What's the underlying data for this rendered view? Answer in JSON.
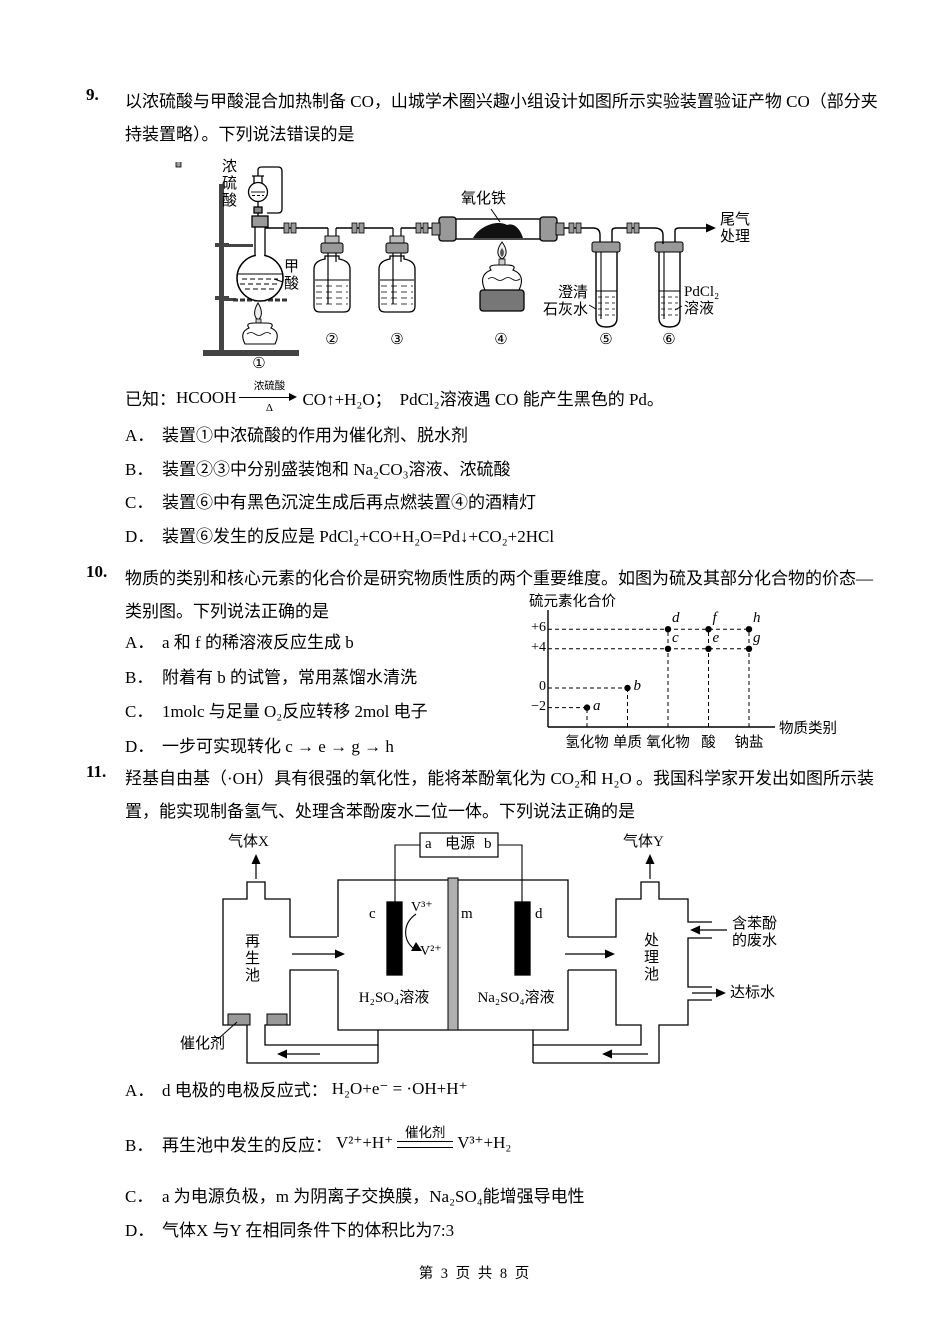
{
  "page": {
    "footer": "第 3 页 共 8 页"
  },
  "q9": {
    "number": "9.",
    "stem_l1": "以浓硫酸与甲酸混合加热制备 CO，山城学术圈兴趣小组设计如图所示实验装置验证产物 CO（部分夹",
    "stem_l2": "持装置略）。下列说法错误的是",
    "diagram": {
      "conc_acid": "浓硫酸",
      "formic_acid": "甲酸",
      "iron_oxide": "氧化铁",
      "limewater_l1": "澄清",
      "limewater_l2": "石灰水",
      "pdcl2_l1": "PdCl₂",
      "pdcl2_l2": "溶液",
      "tail_l1": "尾气",
      "tail_l2": "处理",
      "n1": "①",
      "n2": "②",
      "n3": "③",
      "n4": "④",
      "n5": "⑤",
      "n6": "⑥"
    },
    "known": {
      "prefix": "已知：",
      "reactant": "HCOOH",
      "arrow_top": "浓硫酸",
      "arrow_bottom": "Δ",
      "products": "CO↑+H₂O；",
      "note": "PdCl₂溶液遇 CO 能产生黑色的 Pd。"
    },
    "options": [
      {
        "label": "A．",
        "text": "装置①中浓硫酸的作用为催化剂、脱水剂"
      },
      {
        "label": "B．",
        "text": "装置②③中分别盛装饱和 Na₂CO₃溶液、浓硫酸"
      },
      {
        "label": "C．",
        "text": "装置⑥中有黑色沉淀生成后再点燃装置④的酒精灯"
      },
      {
        "label": "D．",
        "text": "装置⑥发生的反应是 PdCl₂+CO+H₂O=Pd↓+CO₂+2HCl"
      }
    ]
  },
  "q10": {
    "number": "10.",
    "stem_l1": "物质的类别和核心元素的化合价是研究物质性质的两个重要维度。如图为硫及其部分化合物的价态—",
    "stem_l2": "类别图。下列说法正确的是",
    "options": [
      {
        "label": "A．",
        "text": "a 和 f 的稀溶液反应生成 b"
      },
      {
        "label": "B．",
        "text": "附着有 b 的试管，常用蒸馏水清洗"
      },
      {
        "label": "C．",
        "text": "1molc 与足量 O₂反应转移 2mol 电子"
      },
      {
        "label": "D．",
        "text": "一步可实现转化 c → e → g → h"
      }
    ]
  },
  "chart_data": {
    "type": "scatter",
    "title": "硫元素化合价",
    "xlabel": "物质类别",
    "ylabel": "",
    "categories": [
      "氢化物",
      "单质",
      "氧化物",
      "酸",
      "钠盐"
    ],
    "yticks": [
      6,
      4,
      0,
      -2
    ],
    "ytick_labels": [
      "+6",
      "+4",
      "0",
      "−2"
    ],
    "ylim": [
      -3,
      7
    ],
    "grid": "dashed-guides",
    "legend": "none",
    "points": [
      {
        "label": "a",
        "category": "氢化物",
        "value": -2
      },
      {
        "label": "b",
        "category": "单质",
        "value": 0
      },
      {
        "label": "c",
        "category": "氧化物",
        "value": 4
      },
      {
        "label": "d",
        "category": "氧化物",
        "value": 6
      },
      {
        "label": "e",
        "category": "酸",
        "value": 4
      },
      {
        "label": "f",
        "category": "酸",
        "value": 6
      },
      {
        "label": "g",
        "category": "钠盐",
        "value": 4
      },
      {
        "label": "h",
        "category": "钠盐",
        "value": 6
      }
    ]
  },
  "q11": {
    "number": "11.",
    "stem_l1": "羟基自由基（·OH）具有很强的氧化性，能将苯酚氧化为 CO₂和 H₂O 。我国科学家开发出如图所示装",
    "stem_l2": "置，能实现制备氢气、处理含苯酚废水二位一体。下列说法正确的是",
    "diagram": {
      "power_a": "a",
      "power_label": "电源",
      "power_b": "b",
      "gas_x": "气体X",
      "gas_y": "气体Y",
      "regen_tank": "再生池",
      "treat_tank": "处理池",
      "catalyst": "催化剂",
      "electrode_c": "c",
      "electrode_d": "d",
      "membrane": "m",
      "v3": "V³⁺",
      "v2": "V²⁺",
      "h2so4": "H₂SO₄溶液",
      "na2so4": "Na₂SO₄溶液",
      "wastewater_l1": "含苯酚",
      "wastewater_l2": "的废水",
      "clean_water": "达标水"
    },
    "optA": {
      "label": "A．",
      "pre": "d 电极的电极反应式：",
      "formula": "H₂O+e⁻ = ·OH+H⁺"
    },
    "optB": {
      "label": "B．",
      "pre": "再生池中发生的反应：",
      "lhs": "V²⁺+H⁺",
      "over": "催化剂",
      "rhs": "V³⁺+H₂"
    },
    "optC": {
      "label": "C．",
      "text": "a 为电源负极，m 为阴离子交换膜，Na₂SO₄能增强导电性"
    },
    "optD": {
      "label": "D．",
      "text": "气体X 与Y 在相同条件下的体积比为7:3"
    }
  }
}
